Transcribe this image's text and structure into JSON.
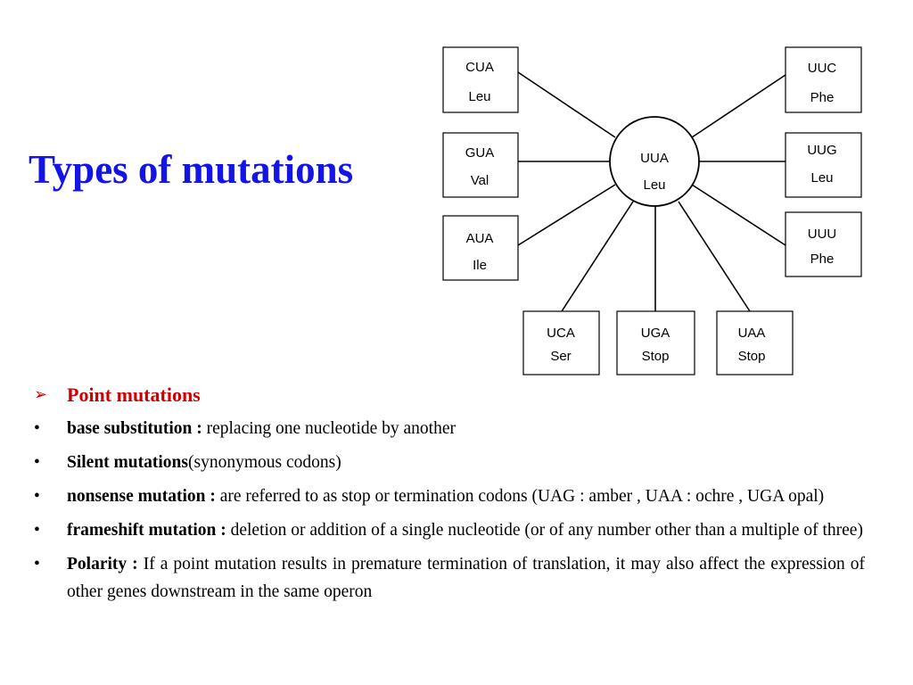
{
  "slide": {
    "title": "Types of mutations"
  },
  "diagram": {
    "center": {
      "codon": "UUA",
      "amino_acid": "Leu"
    },
    "boxes": [
      {
        "id": "cua",
        "codon": "CUA",
        "amino_acid": "Leu"
      },
      {
        "id": "gua",
        "codon": "GUA",
        "amino_acid": "Val"
      },
      {
        "id": "aua",
        "codon": "AUA",
        "amino_acid": "Ile"
      },
      {
        "id": "uuc",
        "codon": "UUC",
        "amino_acid": "Phe"
      },
      {
        "id": "uug",
        "codon": "UUG",
        "amino_acid": "Leu"
      },
      {
        "id": "uuu",
        "codon": "UUU",
        "amino_acid": "Phe"
      },
      {
        "id": "uca",
        "codon": "UCA",
        "amino_acid": "Ser"
      },
      {
        "id": "uga",
        "codon": "UGA",
        "amino_acid": "Stop"
      },
      {
        "id": "uaa",
        "codon": "UAA",
        "amino_acid": "Stop"
      }
    ]
  },
  "content": {
    "heading_marker": "➢",
    "heading": "Point mutations",
    "bullet_marker": "•",
    "bullets": [
      {
        "term": "base substitution :",
        "text": " replacing one nucleotide by another"
      },
      {
        "term": "Silent mutations",
        "text": "(synonymous codons)"
      },
      {
        "term": "nonsense mutation :",
        "text": " are referred to as stop or termination codons (UAG : amber , UAA : ochre , UGA opal)"
      },
      {
        "term": "frameshift mutation :",
        "text": " deletion or addition of a single nucleotide (or of any number other than a multiple of three)"
      },
      {
        "term": "Polarity :",
        "text": " If a point mutation results in premature termination of translation, it may also affect the expression of other genes downstream in the same operon"
      }
    ]
  }
}
